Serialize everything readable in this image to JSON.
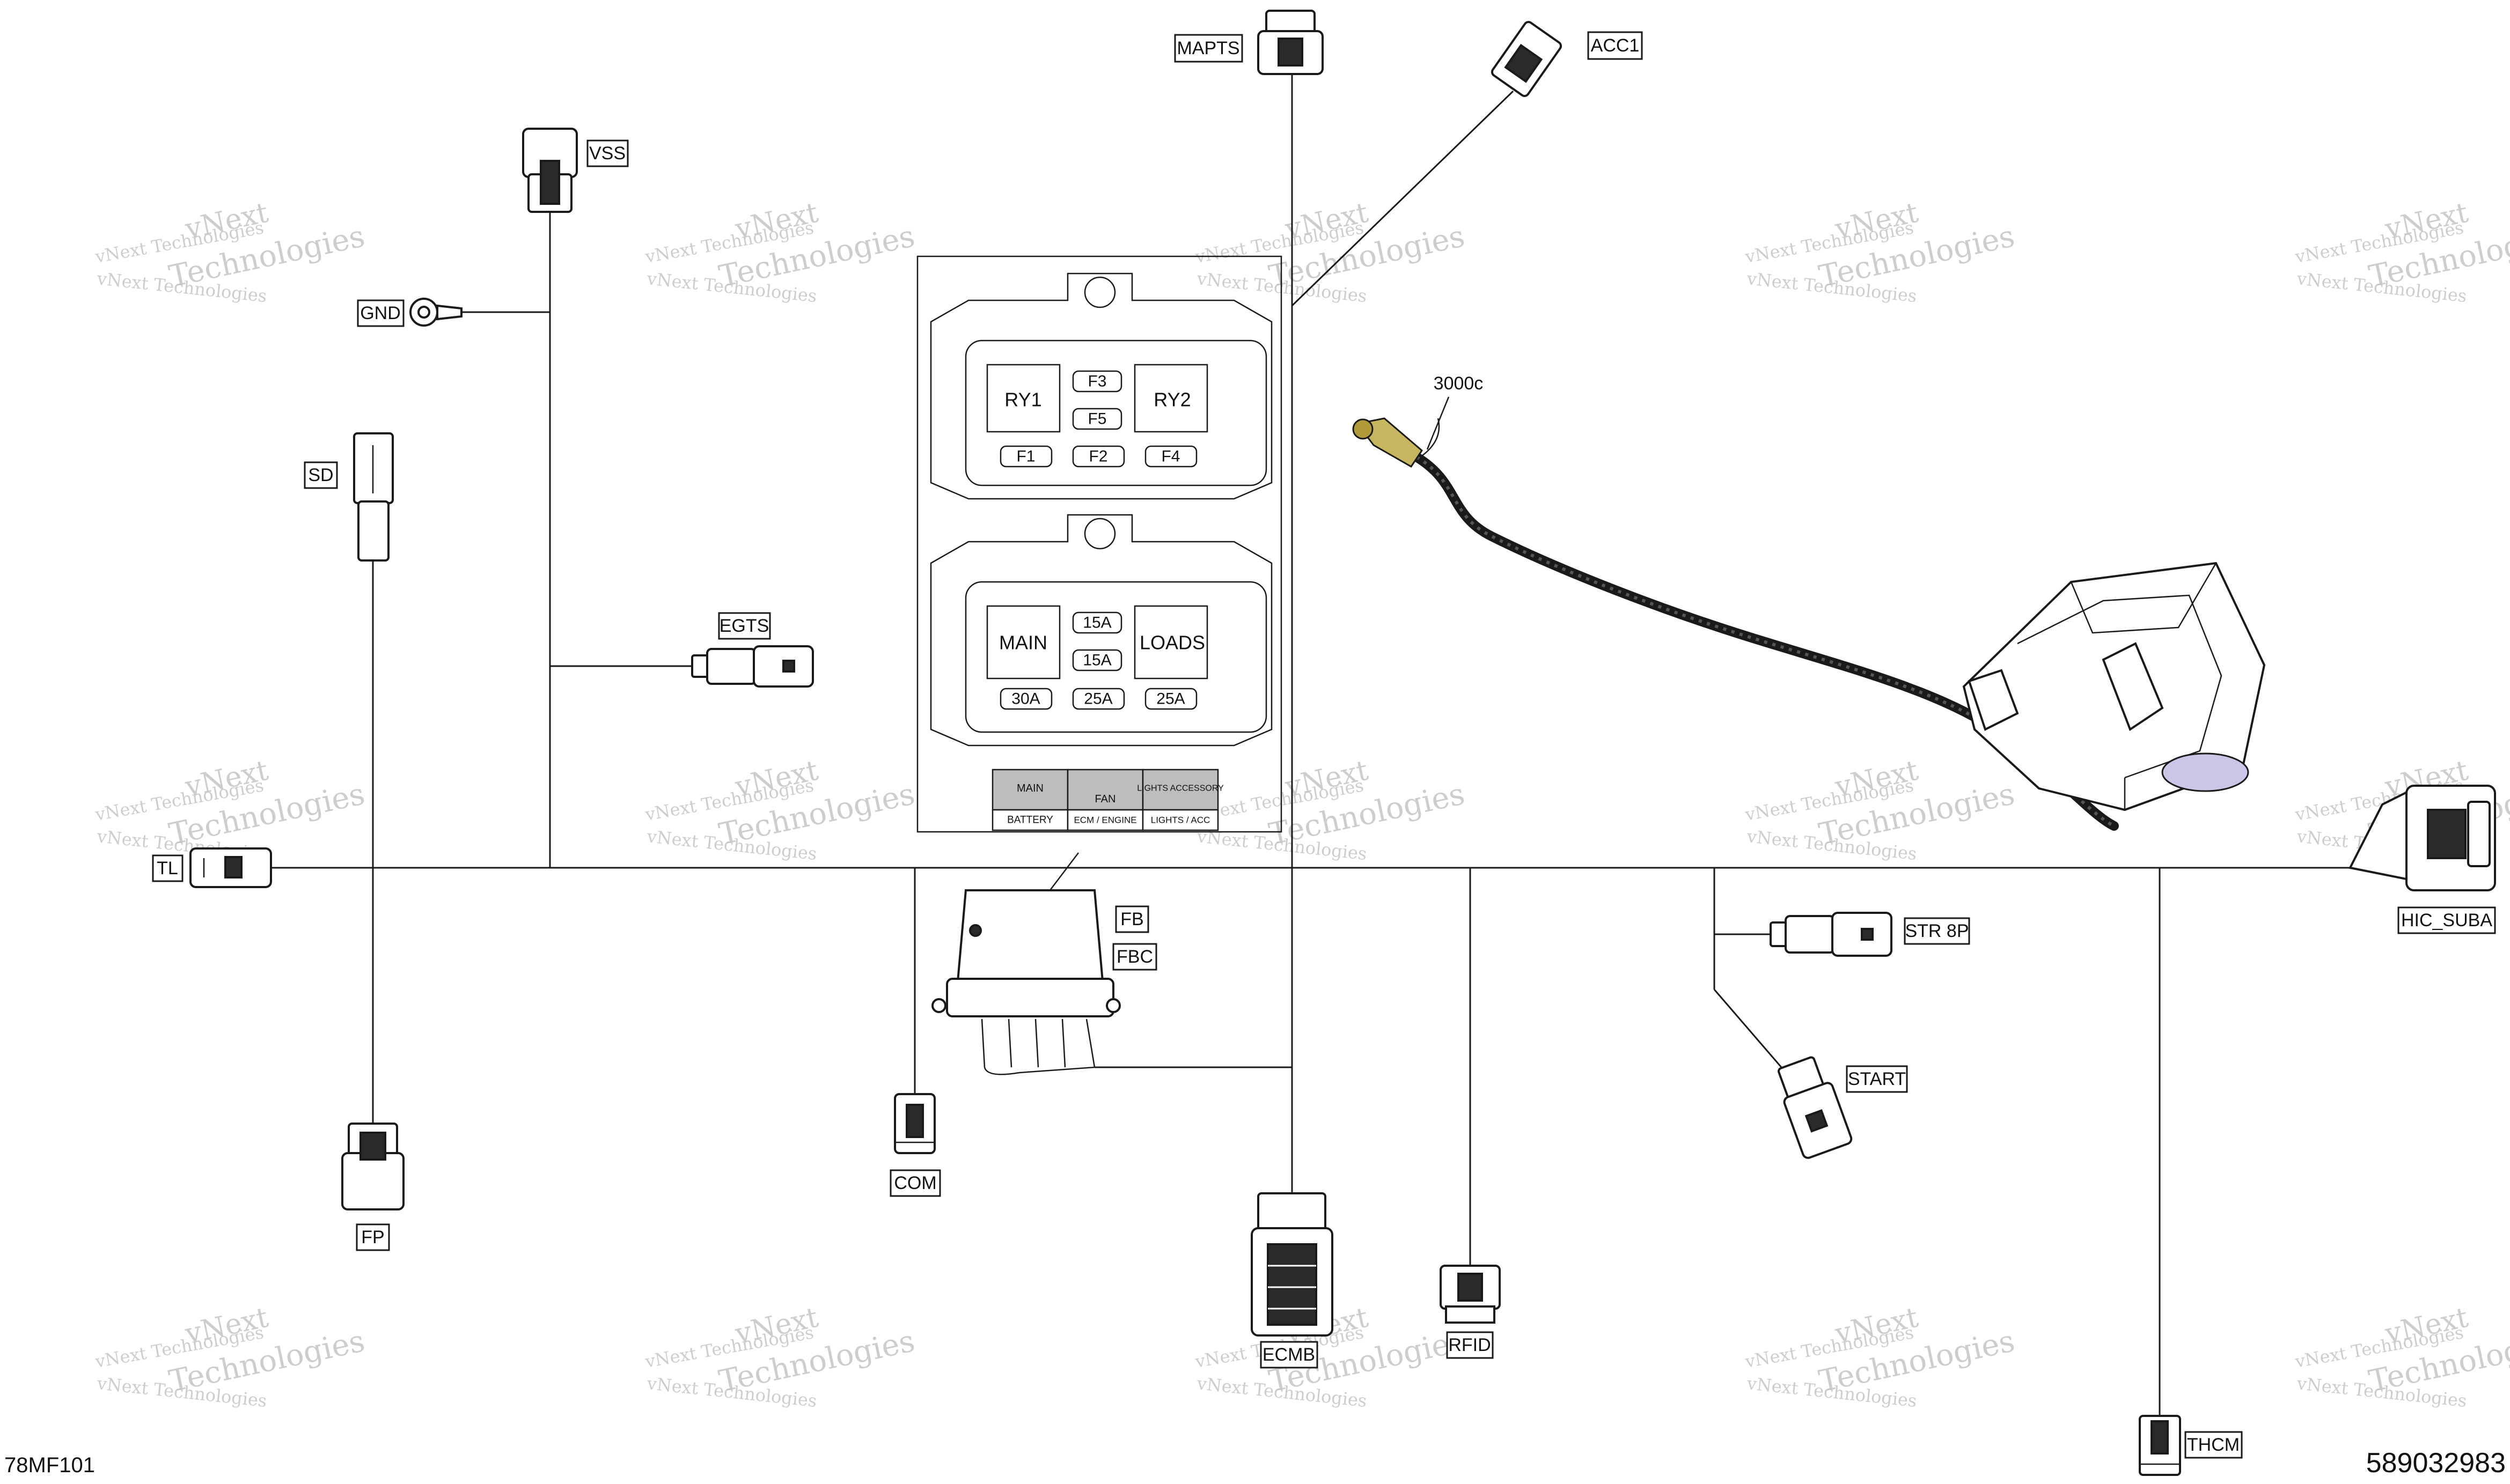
{
  "connectors": {
    "mapts": "MAPTS",
    "acc1": "ACC1",
    "vss": "VSS",
    "gnd": "GND",
    "sd": "SD",
    "egts": "EGTS",
    "tl": "TL",
    "fp": "FP",
    "fb": "FB",
    "fbc": "FBC",
    "com": "COM",
    "ecmb": "ECMB",
    "rfid": "RFID",
    "str8p": "STR 8P",
    "start": "START",
    "thcm": "THCM",
    "hic_suba": "HIC_SUBA",
    "part_3000c": "3000c"
  },
  "fuse_box": {
    "relay_left": "RY1",
    "relay_right": "RY2",
    "fuses_top": [
      "F3",
      "F5"
    ],
    "fuses_bottom": [
      "F1",
      "F2",
      "F4"
    ],
    "main": "MAIN",
    "loads": "LOADS",
    "amps_center": [
      "15A",
      "15A"
    ],
    "amps_bottom": [
      "30A",
      "25A",
      "25A"
    ],
    "legend": {
      "main": "MAIN",
      "fan": "FAN",
      "lights_accessory": "LIGHTS ACCESSORY",
      "battery": "BATTERY",
      "ecm_engine": "ECM / ENGINE",
      "lights_acc": "LIGHTS / ACC"
    }
  },
  "watermark": {
    "line1": "vNext Technologies",
    "line2": "vNext",
    "line3": "Technologies"
  },
  "footer": {
    "drawing_code": "78MF101",
    "part_number": "589032983"
  }
}
